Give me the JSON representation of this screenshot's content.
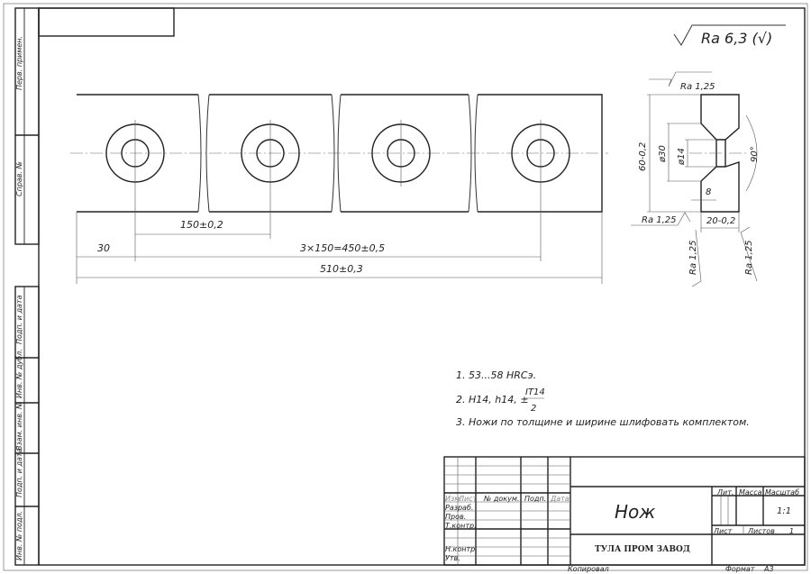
{
  "roughness_general": "Ra 6,3 (√)",
  "side_stamp": [
    "Перв. примен.",
    "Справ. №",
    "Подп. и дата",
    "Инв. № дубл.",
    "Взам. инв. №",
    "Подп. и дата",
    "Инв. № подл."
  ],
  "plan_view": {
    "dims": {
      "pitch": "150±0,2",
      "edge": "30",
      "chain": "3×150=450±0,5",
      "overall": "510±0,3"
    }
  },
  "section_view": {
    "height": "60-0,2",
    "countersink_dia": "ø30",
    "hole_dia": "ø14",
    "depth": "8",
    "angle": "90°",
    "thickness": "20-0,2",
    "roughness": [
      "Ra 1,25",
      "Ra 1,25",
      "Ra 1,25",
      "Ra 1,25"
    ]
  },
  "notes": [
    "1. 53...58 HRCэ.",
    "2. H14, h14, ±",
    "IT14",
    "2",
    "3. Ножи по толщине и ширине шлифовать комплектом."
  ],
  "title_block": {
    "headers": [
      "Изм.",
      "Лист",
      "№ докум.",
      "Подп.",
      "Дата"
    ],
    "roles": [
      "Разраб.",
      "Пров.",
      "Т.контр.",
      "Н.контр.",
      "Утв."
    ],
    "part_name": "Нож",
    "lit": "Лит.",
    "mass": "Масса",
    "scale_label": "Масштаб",
    "scale": "1:1",
    "sheet": "Лист",
    "sheets": "Листов",
    "sheets_count": "1",
    "company": "ТУЛА ПРОМ ЗАВОД",
    "copied": "Копировал",
    "format_label": "Формат",
    "format": "A3"
  }
}
